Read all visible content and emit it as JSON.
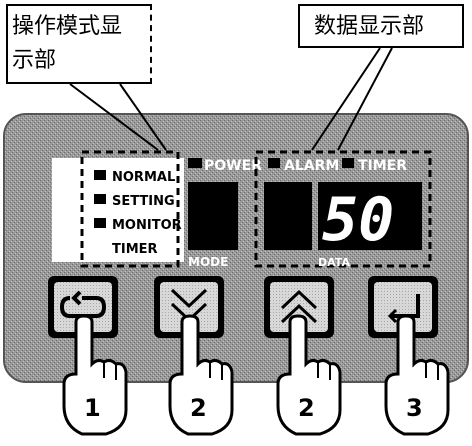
{
  "callouts": {
    "mode_display": {
      "line1": "操作模式显",
      "line2": "示部"
    },
    "data_display": "数据显示部"
  },
  "mode_indicators": [
    "NORMAL",
    "SETTING",
    "MONITOR",
    "TIMER"
  ],
  "panel_labels": {
    "power": "POWER",
    "alarm": "ALARM",
    "timer": "TIMER",
    "mode": "MODE",
    "data": "DATA"
  },
  "display_value": "50",
  "buttons": [
    {
      "icon": "loop-icon",
      "step": "1"
    },
    {
      "icon": "chevron-down-icon",
      "step": "2"
    },
    {
      "icon": "chevron-up-icon",
      "step": "2"
    },
    {
      "icon": "enter-icon",
      "step": "3"
    }
  ],
  "colors": {
    "panel": "#8a8a8a",
    "display": "#000000",
    "indicator": "#000000"
  }
}
